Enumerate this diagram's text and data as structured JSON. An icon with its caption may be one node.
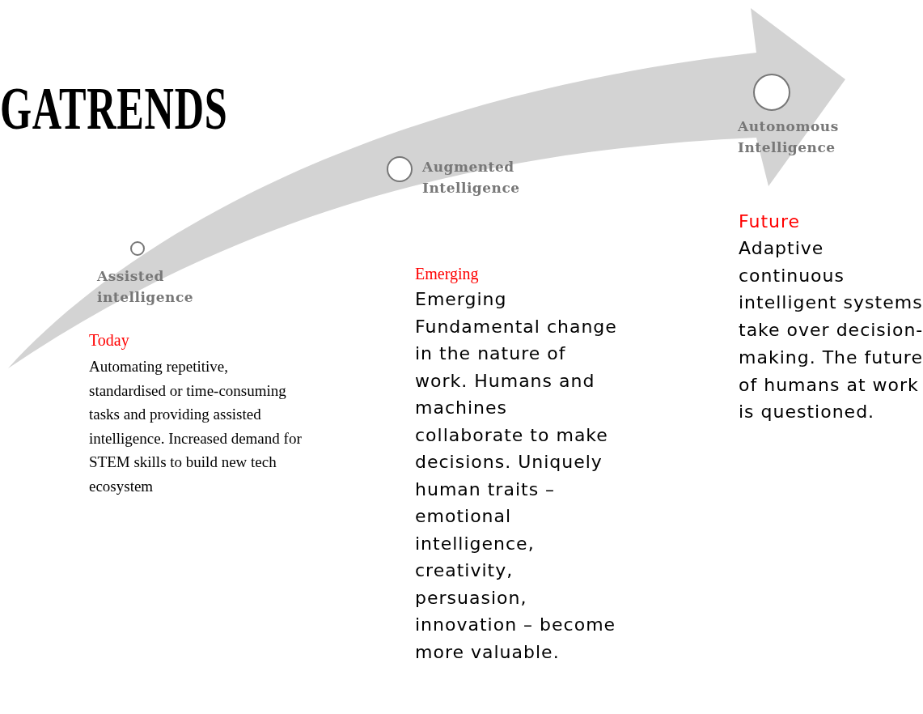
{
  "diagram": {
    "title": "GATRENDS",
    "nodes": [
      {
        "text": [],
        "shape": "circle",
        "beside": [
          "Assisted intelligence",
          "Today",
          "Automating repetitive, standardised or time-consuming tasks and providing assisted intelligence. Increased demand for STEM skills to build new tech ecosystem"
        ]
      },
      {
        "text": [],
        "shape": "circle",
        "beside": [
          "Augmented Intelligence",
          "Emerging",
          "Emerging Fundamental change in the nature of work. Humans and machines collaborate to make decisions. Uniquely human traits – emotional intelligence, creativity, persuasion, innovation – become more valuable."
        ]
      },
      {
        "text": [],
        "shape": "circle",
        "beside": [
          "Autonomous Intelligence",
          "Future",
          "Adaptive continuous intelligent systems take over decision-making. The future of humans at work is questioned."
        ]
      }
    ]
  }
}
